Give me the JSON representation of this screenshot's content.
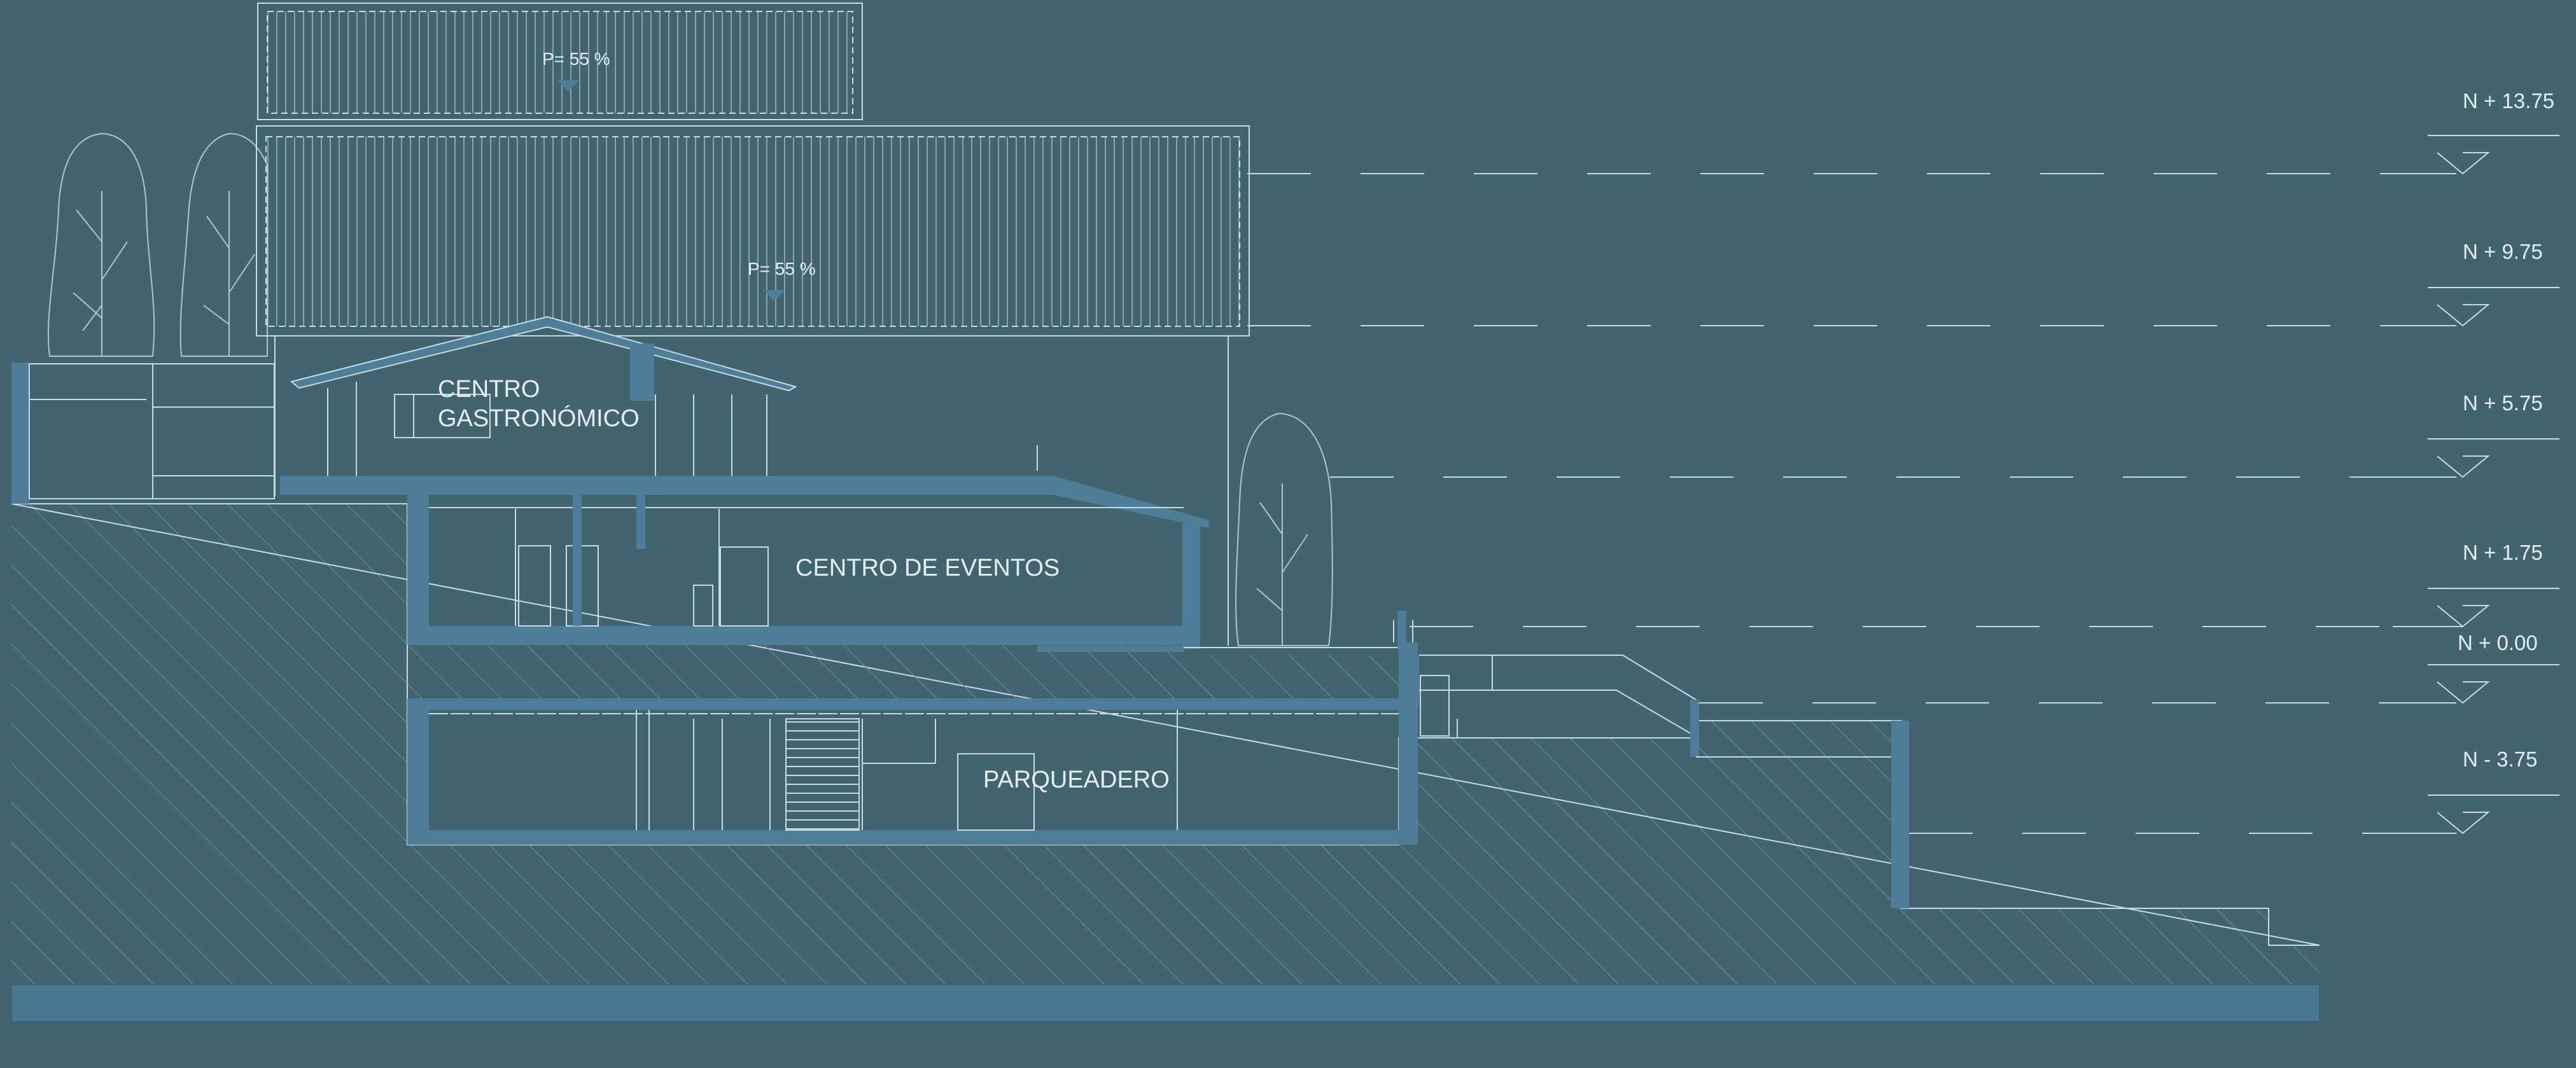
{
  "labels": {
    "centro_line1": "CENTRO",
    "centro_line2": "GASTRONÓMICO",
    "eventos": "CENTRO DE EVENTOS",
    "parqueadero": "PARQUEADERO"
  },
  "slopes": [
    "P= 55 %",
    "P= 55 %"
  ],
  "levels": [
    "N + 13.75",
    "N + 9.75",
    "N + 5.75",
    "N + 1.75",
    "N + 0.00",
    "N - 3.75"
  ],
  "colors": {
    "background": "#41646e",
    "ground_hatch": "#5a7f92",
    "structure": "#4f7e9a",
    "line": "#c8dbe4",
    "text": "#e6eef2"
  }
}
